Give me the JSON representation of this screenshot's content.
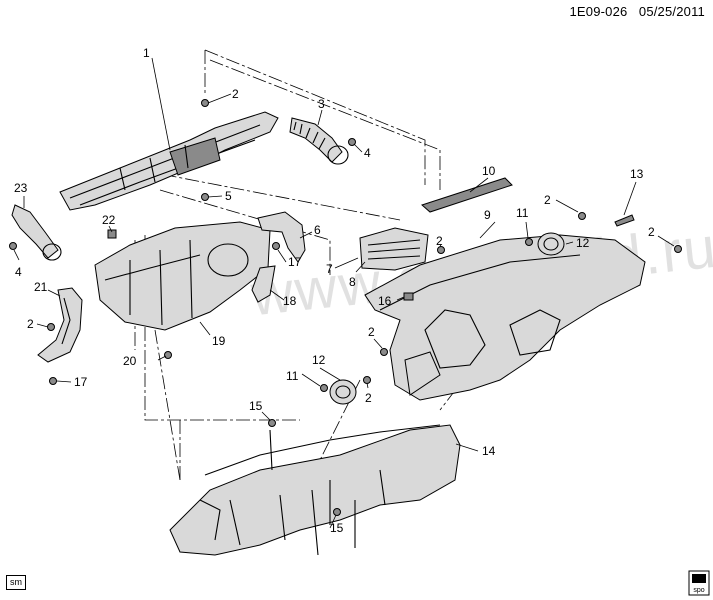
{
  "header": {
    "code": "1E09-026",
    "date": "05/25/2011"
  },
  "footer": {
    "sm_label": "sm",
    "spo_label": "spo"
  },
  "watermark": "www.gmisheld.ru",
  "callouts": {
    "c1": "1",
    "c2a": "2",
    "c3": "3",
    "c4a": "4",
    "c5": "5",
    "c6": "6",
    "c23": "23",
    "c22": "22",
    "c4b": "4",
    "c21": "21",
    "c2b": "2",
    "c17a": "17",
    "c20": "20",
    "c19": "19",
    "c18": "18",
    "c17b": "17",
    "c7": "7",
    "c8": "8",
    "c10": "10",
    "c9": "9",
    "c11a": "11",
    "c2c": "2",
    "c13": "13",
    "c12a": "12",
    "c2d": "2",
    "c2e": "2",
    "c16": "16",
    "c2f": "2",
    "c12b": "12",
    "c11b": "11",
    "c2g": "2",
    "c15a": "15",
    "c14": "14",
    "c15b": "15"
  }
}
